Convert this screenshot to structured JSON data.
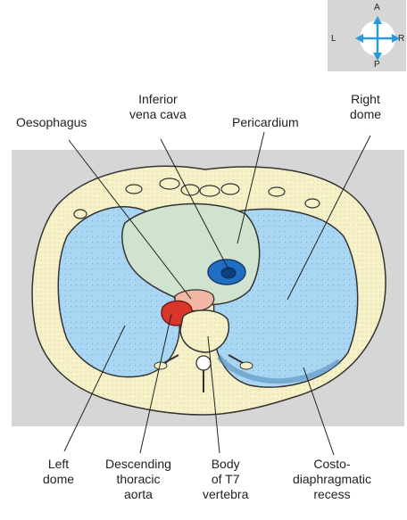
{
  "orientation": {
    "anterior": "A",
    "posterior": "P",
    "left": "L",
    "right": "R",
    "arrow_color": "#2a9ad8"
  },
  "labels": {
    "oesophagus": "Oesophagus",
    "ivc_line1": "Inferior",
    "ivc_line2": "vena cava",
    "pericardium": "Pericardium",
    "right_dome_line1": "Right",
    "right_dome_line2": "dome",
    "left_dome_line1": "Left",
    "left_dome_line2": "dome",
    "aorta_line1": "Descending",
    "aorta_line2": "thoracic",
    "aorta_line3": "aorta",
    "body_line1": "Body",
    "body_line2": "of T7",
    "body_line3": "vertebra",
    "recess_line1": "Costo-",
    "recess_line2": "diaphragmatic",
    "recess_line3": "recess"
  },
  "colors": {
    "background_panel": "#d6d6d6",
    "body_wall": "#f7f1c8",
    "diaphragm_dome": "#a9d6f2",
    "pericardium": "#cfe3cf",
    "ivc": "#1f6fc4",
    "aorta": "#d9362b",
    "oesophagus": "#f2b7a3",
    "vertebra": "#f7f1c8"
  }
}
